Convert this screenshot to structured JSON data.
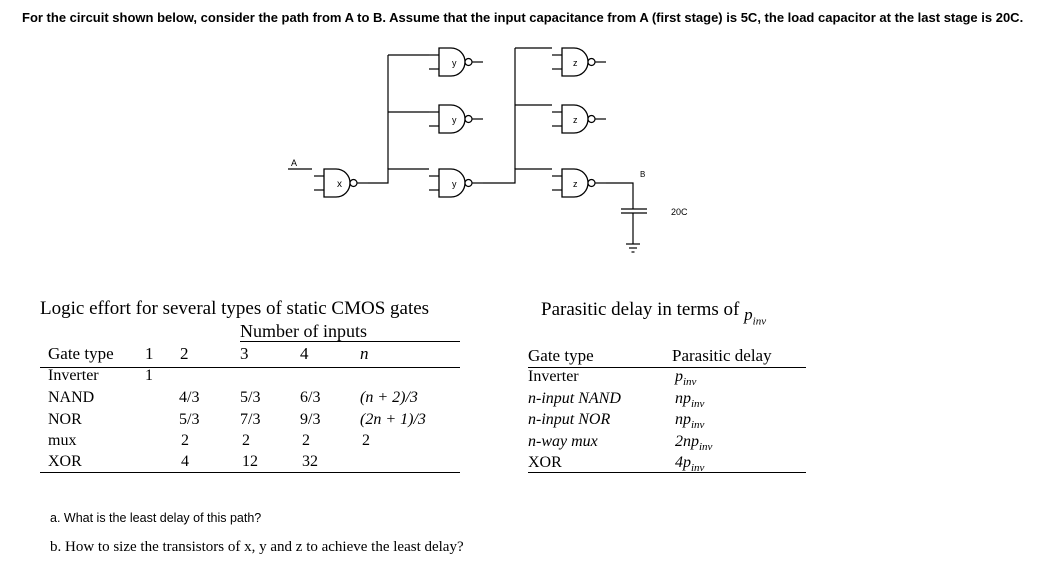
{
  "problem": {
    "statement": "For the circuit shown below, consider the path from A to B. Assume that the input capacitance from A (first stage) is 5C, the load capacitor at the last  stage is 20C.",
    "question_a": "a. What is the least delay of this path?",
    "question_b": "b. How to size the transistors of x, y and z to achieve the least delay?"
  },
  "circuit": {
    "input_label": "A",
    "output_label": "B",
    "load_label": "20C",
    "stage1_label": "x",
    "stage2_label": "y",
    "stage3_label": "z"
  },
  "logic_effort_table": {
    "title": "Logic effort for several types of static CMOS gates",
    "group_header": "Number of inputs",
    "columns": [
      "Gate type",
      "1",
      "2",
      "3",
      "4",
      "n"
    ],
    "rows": [
      {
        "gate": "Inverter",
        "v1": "1",
        "v2": "",
        "v3": "",
        "v4": "",
        "vn": ""
      },
      {
        "gate": "NAND",
        "v1": "",
        "v2": "4/3",
        "v3": "5/3",
        "v4": "6/3",
        "vn": "(n + 2)/3"
      },
      {
        "gate": "NOR",
        "v1": "",
        "v2": "5/3",
        "v3": "7/3",
        "v4": "9/3",
        "vn": "(2n + 1)/3"
      },
      {
        "gate": "mux",
        "v1": "",
        "v2": "2",
        "v3": "2",
        "v4": "2",
        "vn": "2"
      },
      {
        "gate": "XOR",
        "v1": "",
        "v2": "4",
        "v3": "12",
        "v4": "32",
        "vn": ""
      }
    ]
  },
  "parasitic_table": {
    "title": "Parasitic delay in terms of",
    "title_symbol": "p",
    "title_subscript": "inv",
    "columns": [
      "Gate type",
      "Parasitic delay"
    ],
    "rows": [
      {
        "gate": "Inverter",
        "delay": "p",
        "sub": "inv"
      },
      {
        "gate": "n-input NAND",
        "delay": "np",
        "sub": "inv"
      },
      {
        "gate": "n-input NOR",
        "delay": "np",
        "sub": "inv"
      },
      {
        "gate": "n-way mux",
        "delay": "2np",
        "sub": "inv"
      },
      {
        "gate": "XOR",
        "delay": "4p",
        "sub": "inv"
      }
    ]
  }
}
